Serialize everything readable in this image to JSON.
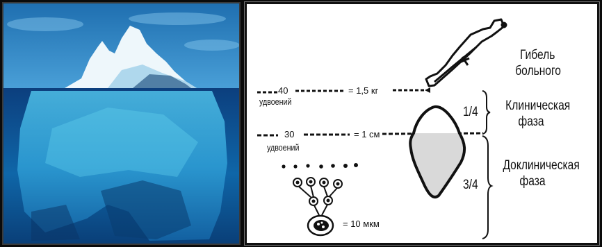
{
  "diagram": {
    "left_levels": [
      {
        "number": "40",
        "word": "удвоений",
        "value": "= 1,5 кг"
      },
      {
        "number": "30",
        "word": "удвоений",
        "value": "= 1 см"
      }
    ],
    "cell_size": "= 10 мкм",
    "death_label": [
      "Гибель",
      "больного"
    ],
    "clinical": {
      "fraction": "1/4",
      "label": [
        "Клиническая",
        "фаза"
      ]
    },
    "preclinical": {
      "fraction": "3/4",
      "label": [
        "Доклиническая",
        "фаза"
      ]
    }
  }
}
